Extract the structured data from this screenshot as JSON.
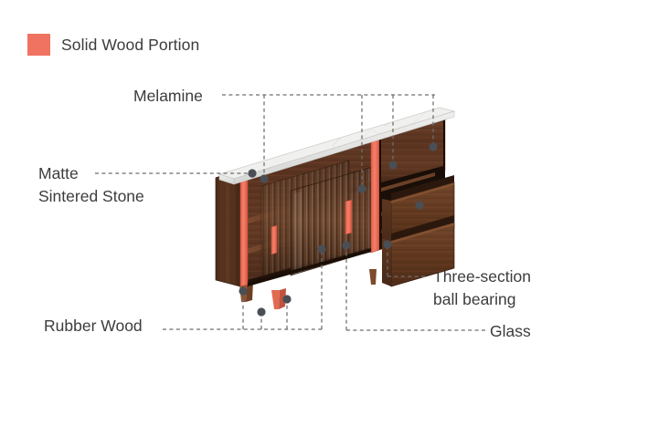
{
  "diagram": {
    "title": "Cabinet material annotation diagram",
    "background_color": "#ffffff",
    "text_color": "#3c3c3c",
    "leader_color": "#6e6e6e",
    "dot_color": "#4a4f55"
  },
  "legend": {
    "swatch_color": "#f07361",
    "label": "Solid Wood Portion"
  },
  "callouts": [
    {
      "id": "melamine",
      "line1": "Melamine",
      "line2": "",
      "position": "top-center"
    },
    {
      "id": "matte_stone",
      "line1": "Matte",
      "line2": "Sintered Stone",
      "position": "left-upper"
    },
    {
      "id": "rubber_wood",
      "line1": "Rubber Wood",
      "line2": "",
      "position": "bottom-left"
    },
    {
      "id": "ball_bearing",
      "line1": "Three-section",
      "line2": "ball bearing",
      "position": "right-lower"
    },
    {
      "id": "glass",
      "line1": "Glass",
      "line2": "",
      "position": "bottom-right"
    }
  ],
  "product": {
    "type": "sideboard-cabinet",
    "top_material": "matte sintered stone",
    "top_color": "#f2f2f0",
    "body_material": "walnut melamine board",
    "body_color": "#5a3522",
    "accent_material": "solid rubber wood",
    "accent_color": "#f07361",
    "door_material": "fluted glass",
    "drawers_open": 2,
    "sliding_doors": 2,
    "legs": 2
  }
}
